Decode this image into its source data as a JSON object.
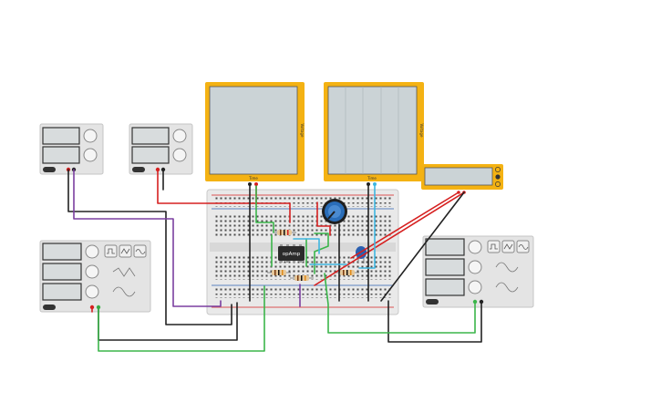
{
  "colors": {
    "scope_frame": "#f4b213",
    "scope_screen": "#cbd3d6",
    "instrument_body": "#e4e4e4",
    "breadboard": "#e9e9e9",
    "wire_red": "#d62020",
    "wire_black": "#222222",
    "wire_green": "#3bb54a",
    "wire_purple": "#7b3fa0",
    "wire_cyan": "#3fb6e0",
    "potentiometer": "#2a6db8",
    "capacitor": "#2a5fb0"
  },
  "oscilloscope_left": {
    "axis_x_label": "Time",
    "axis_y_label": "Voltage"
  },
  "oscilloscope_right": {
    "axis_x_label": "Time",
    "axis_y_label": "Voltage"
  },
  "opamp": {
    "label": "opAmp"
  },
  "power_supply_1": {
    "display_icons": [
      "display-1",
      "display-2"
    ],
    "knob_icons": [
      "voltage-knob",
      "current-knob"
    ]
  },
  "power_supply_2": {
    "display_icons": [
      "display-1",
      "display-2"
    ],
    "knob_icons": [
      "voltage-knob",
      "current-knob"
    ]
  },
  "function_generator_1": {
    "wave_buttons": [
      "square-wave-icon",
      "triangle-wave-icon",
      "sine-wave-icon"
    ]
  },
  "function_generator_2": {
    "wave_buttons": [
      "square-wave-icon",
      "triangle-wave-icon",
      "sine-wave-icon"
    ]
  }
}
